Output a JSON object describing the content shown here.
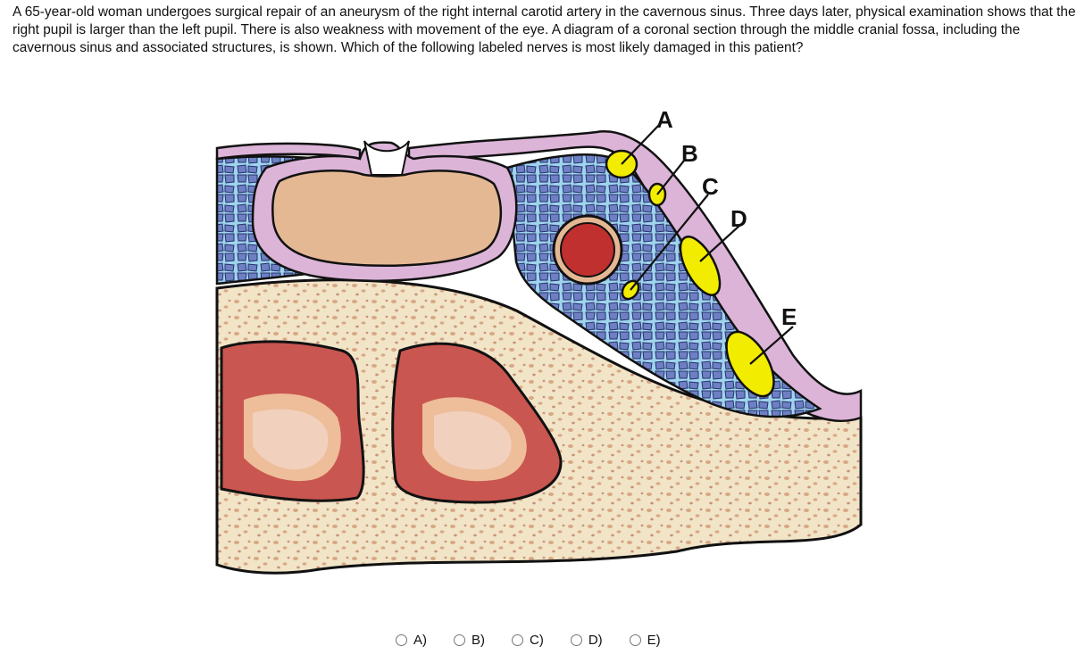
{
  "question": {
    "text": "A 65-year-old woman undergoes surgical repair of an aneurysm of the right internal carotid artery in the cavernous sinus. Three days later, physical examination shows that the right pupil is larger than the left pupil. There is also weakness with movement of the eye. A diagram of a coronal section through the middle cranial fossa, including the cavernous sinus and associated structures, is shown. Which of the following labeled nerves is most likely damaged in this patient?"
  },
  "figure": {
    "labels": [
      "A",
      "B",
      "C",
      "D",
      "E"
    ],
    "colors": {
      "dura": "#dcb4d8",
      "bone": "#f1e4c7",
      "pituitary": "#e5b894",
      "sinus": "#6e7fc4",
      "sinus_light": "#9fd4ee",
      "artery": "#c0302e",
      "nerve": "#f2ec00",
      "airway": "#c95650"
    }
  },
  "answers": [
    {
      "label": "A)"
    },
    {
      "label": "B)"
    },
    {
      "label": "C)"
    },
    {
      "label": "D)"
    },
    {
      "label": "E)"
    }
  ]
}
